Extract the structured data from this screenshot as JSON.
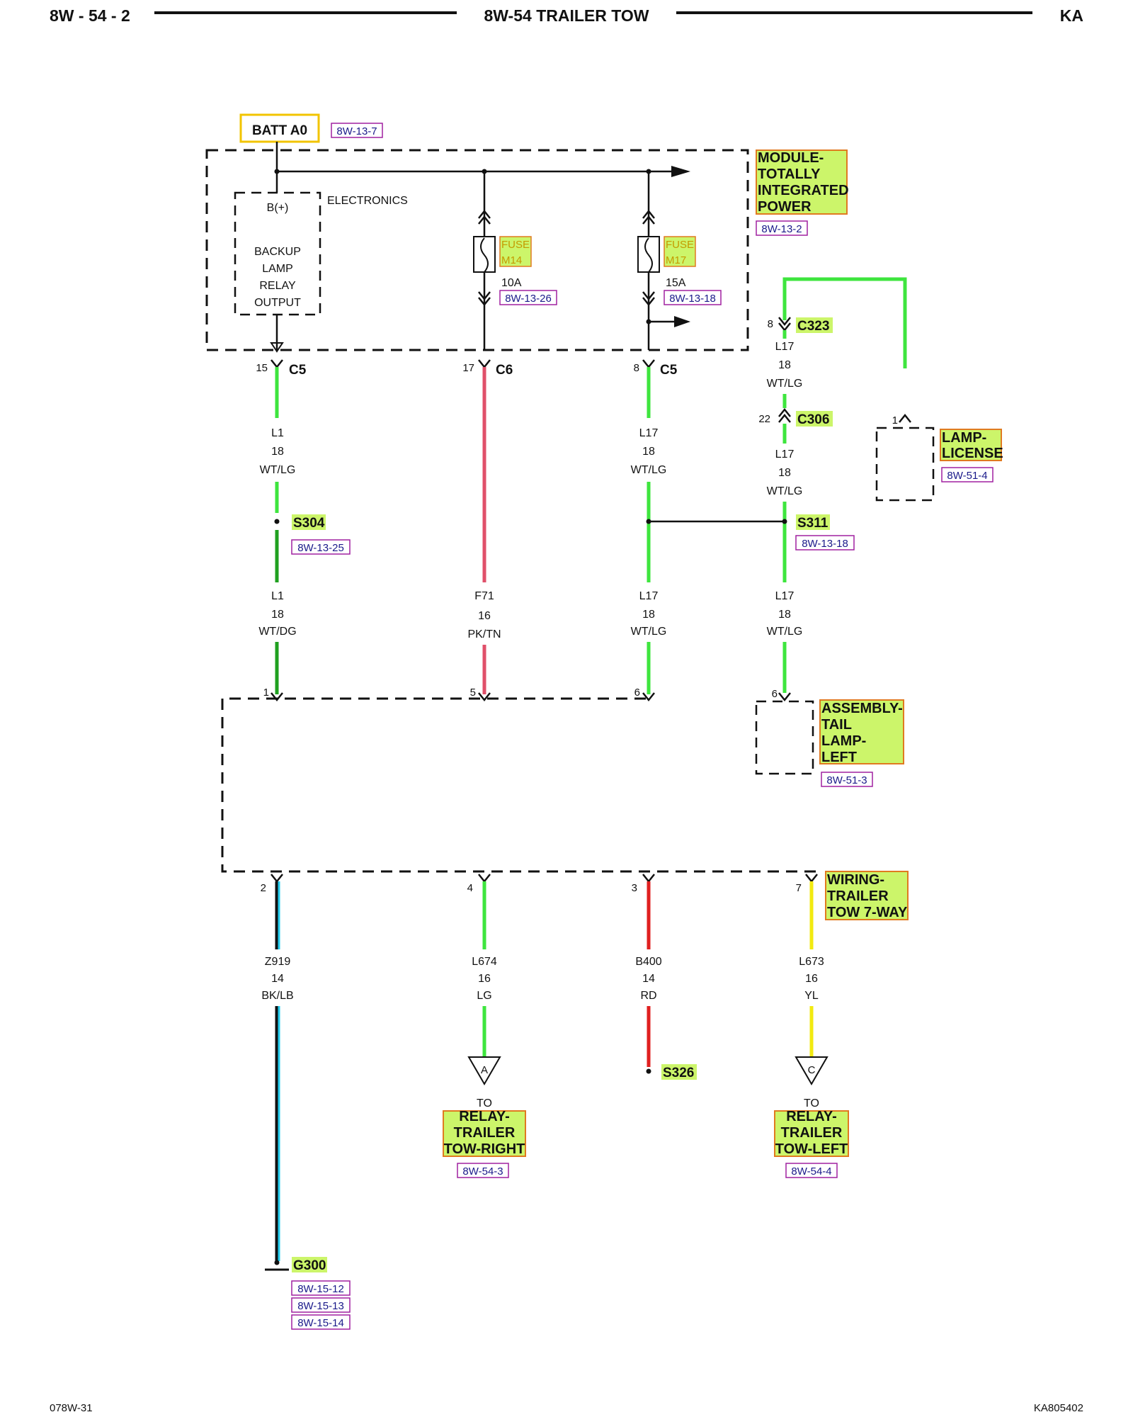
{
  "header": {
    "left": "8W - 54 - 2",
    "title": "8W-54 TRAILER TOW",
    "right": "KA"
  },
  "footer": {
    "left": "078W-31",
    "right": "KA805402"
  },
  "batt": {
    "label": "BATT A0",
    "ref": "8W-13-7"
  },
  "module": {
    "name_lines": [
      "MODULE-",
      "TOTALLY",
      "INTEGRATED",
      "POWER"
    ],
    "ref": "8W-13-2",
    "electronics": "ELECTRONICS"
  },
  "relay_block": {
    "bplus": "B(+)",
    "lines": [
      "BACKUP",
      "LAMP",
      "RELAY",
      "OUTPUT"
    ]
  },
  "fuses": [
    {
      "label": "FUSE",
      "id": "M14",
      "rating": "10A",
      "ref": "8W-13-26"
    },
    {
      "label": "FUSE",
      "id": "M17",
      "rating": "15A",
      "ref": "8W-13-18"
    }
  ],
  "pins": {
    "c5a": "15",
    "c6": "17",
    "c5b": "8",
    "c323": "8",
    "c306": "22",
    "lamp_license": "1",
    "tail": "6",
    "top1": "1",
    "top5": "5",
    "top6": "6",
    "bot2": "2",
    "bot4": "4",
    "bot3": "3",
    "bot7": "7"
  },
  "connectors": {
    "c5": "C5",
    "c6": "C6",
    "c323": "C323",
    "c306": "C306"
  },
  "splices": {
    "s304": "S304",
    "s304_ref": "8W-13-25",
    "s311": "S311",
    "s311_ref": "8W-13-18",
    "s326": "S326"
  },
  "wires": {
    "w1_upper": [
      "L1",
      "18",
      "WT/LG"
    ],
    "w1_lower": [
      "L1",
      "18",
      "WT/DG"
    ],
    "f71": [
      "F71",
      "16",
      "PK/TN"
    ],
    "l17_upper": [
      "L17",
      "18",
      "WT/LG"
    ],
    "l17_lower": [
      "L17",
      "18",
      "WT/LG"
    ],
    "l17_c323": [
      "L17",
      "18",
      "WT/LG"
    ],
    "l17_c306": [
      "L17",
      "18",
      "WT/LG"
    ],
    "l17_right_lower": [
      "L17",
      "18",
      "WT/LG"
    ],
    "z919": [
      "Z919",
      "14",
      "BK/LB"
    ],
    "l674": [
      "L674",
      "16",
      "LG"
    ],
    "b400": [
      "B400",
      "14",
      "RD"
    ],
    "l673": [
      "L673",
      "16",
      "YL"
    ]
  },
  "lamp_license": {
    "lines": [
      "LAMP-",
      "LICENSE"
    ],
    "ref": "8W-51-4"
  },
  "tail_lamp": {
    "lines": [
      "ASSEMBLY-",
      "TAIL",
      "LAMP-",
      "LEFT"
    ],
    "ref": "8W-51-3"
  },
  "trailer_wiring": {
    "lines": [
      "WIRING-",
      "TRAILER",
      "TOW 7-WAY"
    ]
  },
  "relay_right": {
    "marker": "A",
    "to": "TO",
    "lines": [
      "RELAY-",
      "TRAILER",
      "TOW-RIGHT"
    ],
    "ref": "8W-54-3"
  },
  "relay_left": {
    "marker": "C",
    "to": "TO",
    "lines": [
      "RELAY-",
      "TRAILER",
      "TOW-LEFT"
    ],
    "ref": "8W-54-4"
  },
  "ground": {
    "label": "G300",
    "refs": [
      "8W-15-12",
      "8W-15-13",
      "8W-15-14"
    ]
  },
  "colors": {
    "green": "#3ee53e",
    "red": "#e02020",
    "pink": "#e0506a",
    "yellow": "#f2ea10",
    "cyan": "#22ccee",
    "highlight": "#ccf56a"
  }
}
